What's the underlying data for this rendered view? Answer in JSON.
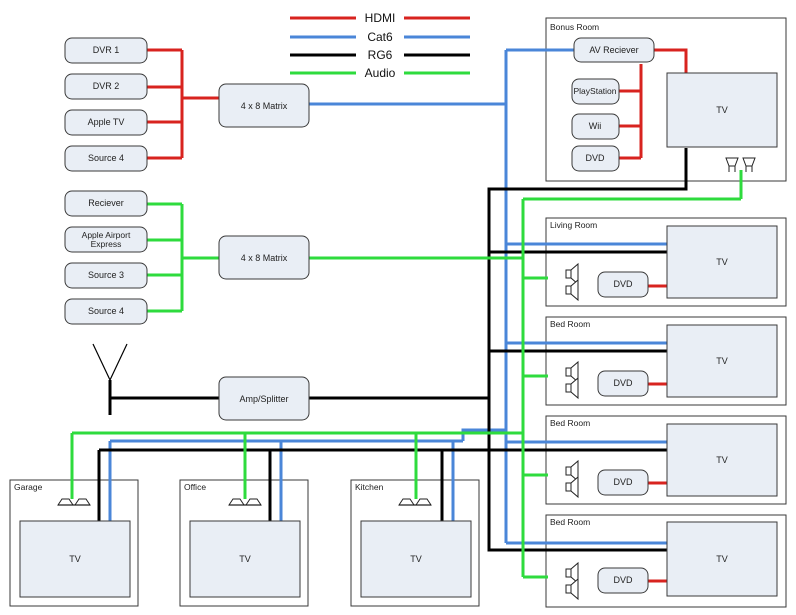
{
  "legend": {
    "hdmi": "HDMI",
    "cat6": "Cat6",
    "rg6": "RG6",
    "audio": "Audio"
  },
  "colors": {
    "hdmi": "#d8231f",
    "cat6": "#4a86d8",
    "rg6": "#000000",
    "audio": "#2edb3d"
  },
  "video_sources": [
    "DVR 1",
    "DVR 2",
    "Apple TV",
    "Source 4"
  ],
  "audio_sources": [
    "Reciever",
    "Apple Airport Express",
    "Source 3",
    "Source 4"
  ],
  "video_matrix": "4 x 8 Matrix",
  "audio_matrix": "4 x 8 Matrix",
  "amp_splitter": "Amp/Splitter",
  "bonus_room": {
    "title": "Bonus Room",
    "receiver": "AV Reciever",
    "devices": [
      "PlayStation",
      "Wii",
      "DVD"
    ],
    "tv": "TV"
  },
  "right_rooms": [
    {
      "title": "Living Room",
      "dvd": "DVD",
      "tv": "TV"
    },
    {
      "title": "Bed Room",
      "dvd": "DVD",
      "tv": "TV"
    },
    {
      "title": "Bed Room",
      "dvd": "DVD",
      "tv": "TV"
    },
    {
      "title": "Bed Room",
      "dvd": "DVD",
      "tv": "TV"
    }
  ],
  "bottom_rooms": [
    {
      "title": "Garage",
      "tv": "TV"
    },
    {
      "title": "Office",
      "tv": "TV"
    },
    {
      "title": "Kitchen",
      "tv": "TV"
    }
  ]
}
